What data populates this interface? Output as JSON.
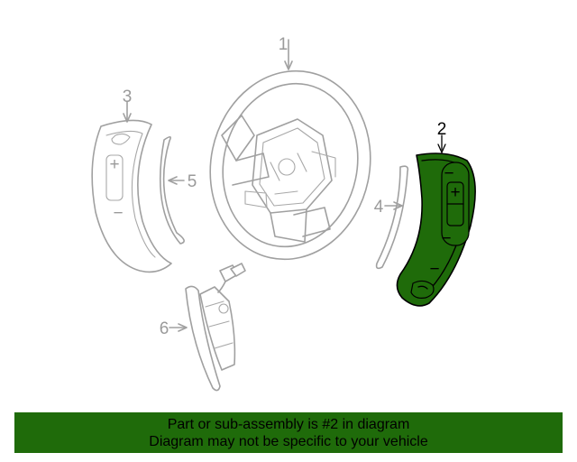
{
  "callouts": {
    "part1": "1",
    "part2": "2",
    "part3": "3",
    "part4": "4",
    "part5": "5",
    "part6": "6"
  },
  "switch_symbols": {
    "plus": "+",
    "minus": "−"
  },
  "banner": {
    "line1": "Part or sub-assembly is #2 in diagram",
    "line2": "Diagram may not be specific to your vehicle"
  },
  "colors": {
    "highlight": "#1f6b0a",
    "linework": "#a0a0a0",
    "banner_background": "#1f6b0a"
  }
}
